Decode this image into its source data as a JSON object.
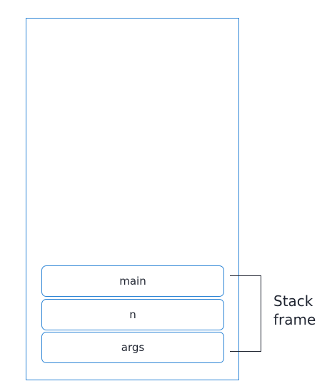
{
  "diagram": {
    "frames": [
      {
        "label": "main"
      },
      {
        "label": "n"
      },
      {
        "label": "args"
      }
    ],
    "bracket_label": "Stack\nframe"
  },
  "colors": {
    "box_border": "#2f86d6",
    "text": "#1f2430"
  }
}
